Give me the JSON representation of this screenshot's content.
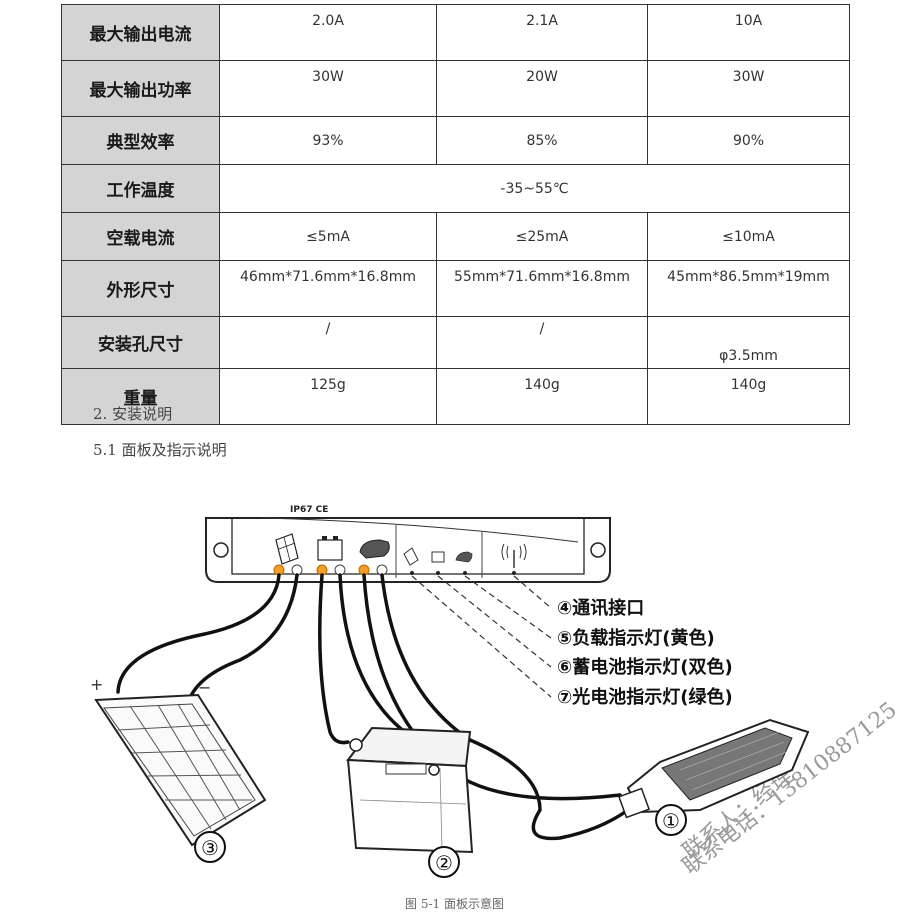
{
  "spec_table": {
    "rows": [
      {
        "label": "最大输出电流",
        "values": [
          "2.0A",
          "2.1A",
          "10A"
        ]
      },
      {
        "label": "最大输出功率",
        "values": [
          "30W",
          "20W",
          "30W"
        ]
      },
      {
        "label": "典型效率",
        "values": [
          "93%",
          "85%",
          "90%"
        ]
      },
      {
        "label": "工作温度",
        "merged": "-35~55℃"
      },
      {
        "label": "空载电流",
        "values": [
          "≤5mA",
          "≤25mA",
          "≤10mA"
        ]
      },
      {
        "label": "外形尺寸",
        "values": [
          "46mm*71.6mm*16.8mm",
          "55mm*71.6mm*16.8mm",
          "45mm*86.5mm*19mm"
        ]
      },
      {
        "label": "安装孔尺寸",
        "values": [
          "/",
          "/",
          "φ3.5mm"
        ]
      },
      {
        "label": "重量",
        "values": [
          "125g",
          "140g",
          "140g"
        ]
      }
    ]
  },
  "section_install": "2.  安装说明",
  "section_panel": "5.1 面板及指示说明",
  "diagram": {
    "device_marks": "IP67  CE",
    "legend": [
      "④通讯接口",
      "⑤负载指示灯(黄色)",
      "⑥蓄电池指示灯(双色)",
      "⑦光电池指示灯(绿色)"
    ],
    "callouts": [
      "①",
      "②",
      "③"
    ],
    "plus_sign": "+",
    "minus_sign": "−",
    "watermark_1": "联系人：经理",
    "watermark_2": "联系电话：13810887125"
  },
  "caption": "图 5-1  面板示意图"
}
